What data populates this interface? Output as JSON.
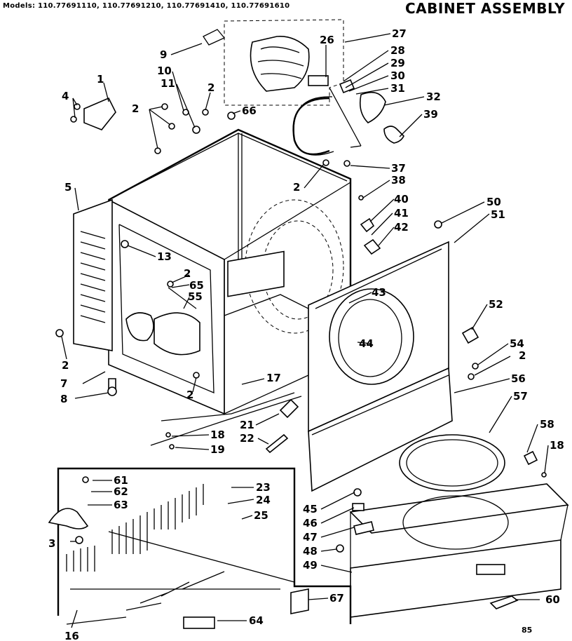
{
  "header": {
    "models": "Models: 110.77691110, 110.77691210, 110.77691410, 110.77691610",
    "title": "CABINET ASSEMBLY"
  },
  "page_code": "85",
  "callouts": [
    {
      "id": "c1",
      "text": "1"
    },
    {
      "id": "c2a",
      "text": "2"
    },
    {
      "id": "c2b",
      "text": "2"
    },
    {
      "id": "c2c",
      "text": "2"
    },
    {
      "id": "c2d",
      "text": "2"
    },
    {
      "id": "c2e",
      "text": "2"
    },
    {
      "id": "c2f",
      "text": "2"
    },
    {
      "id": "c2g",
      "text": "2"
    },
    {
      "id": "c3",
      "text": "3"
    },
    {
      "id": "c4",
      "text": "4"
    },
    {
      "id": "c5",
      "text": "5"
    },
    {
      "id": "c7",
      "text": "7"
    },
    {
      "id": "c8",
      "text": "8"
    },
    {
      "id": "c9",
      "text": "9"
    },
    {
      "id": "c10",
      "text": "10"
    },
    {
      "id": "c11",
      "text": "11"
    },
    {
      "id": "c13",
      "text": "13"
    },
    {
      "id": "c16",
      "text": "16"
    },
    {
      "id": "c17",
      "text": "17"
    },
    {
      "id": "c18a",
      "text": "18"
    },
    {
      "id": "c18b",
      "text": "18"
    },
    {
      "id": "c19",
      "text": "19"
    },
    {
      "id": "c21",
      "text": "21"
    },
    {
      "id": "c22",
      "text": "22"
    },
    {
      "id": "c23",
      "text": "23"
    },
    {
      "id": "c24",
      "text": "24"
    },
    {
      "id": "c25",
      "text": "25"
    },
    {
      "id": "c26",
      "text": "26"
    },
    {
      "id": "c27",
      "text": "27"
    },
    {
      "id": "c28",
      "text": "28"
    },
    {
      "id": "c29",
      "text": "29"
    },
    {
      "id": "c30",
      "text": "30"
    },
    {
      "id": "c31",
      "text": "31"
    },
    {
      "id": "c32",
      "text": "32"
    },
    {
      "id": "c37",
      "text": "37"
    },
    {
      "id": "c38",
      "text": "38"
    },
    {
      "id": "c39",
      "text": "39"
    },
    {
      "id": "c40",
      "text": "40"
    },
    {
      "id": "c41",
      "text": "41"
    },
    {
      "id": "c42",
      "text": "42"
    },
    {
      "id": "c43",
      "text": "43"
    },
    {
      "id": "c44",
      "text": "44"
    },
    {
      "id": "c45",
      "text": "45"
    },
    {
      "id": "c46",
      "text": "46"
    },
    {
      "id": "c47",
      "text": "47"
    },
    {
      "id": "c48",
      "text": "48"
    },
    {
      "id": "c49",
      "text": "49"
    },
    {
      "id": "c50",
      "text": "50"
    },
    {
      "id": "c51",
      "text": "51"
    },
    {
      "id": "c52",
      "text": "52"
    },
    {
      "id": "c54",
      "text": "54"
    },
    {
      "id": "c55",
      "text": "55"
    },
    {
      "id": "c56",
      "text": "56"
    },
    {
      "id": "c57",
      "text": "57"
    },
    {
      "id": "c58",
      "text": "58"
    },
    {
      "id": "c60",
      "text": "60"
    },
    {
      "id": "c61",
      "text": "61"
    },
    {
      "id": "c62",
      "text": "62"
    },
    {
      "id": "c63",
      "text": "63"
    },
    {
      "id": "c64",
      "text": "64"
    },
    {
      "id": "c65",
      "text": "65"
    },
    {
      "id": "c66",
      "text": "66"
    },
    {
      "id": "c67",
      "text": "67"
    }
  ]
}
